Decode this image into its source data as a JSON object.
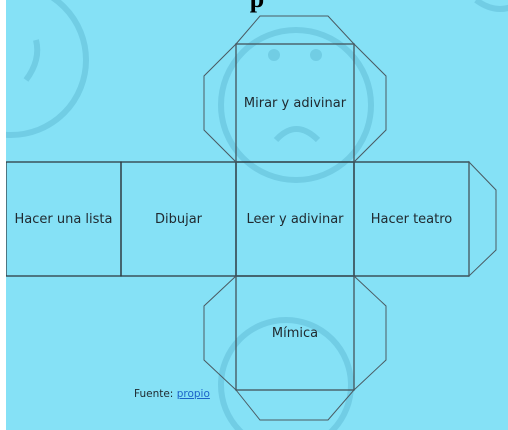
{
  "title_fragment": "p",
  "faces": {
    "top": "Mirar y adivinar",
    "left_outer": "Hacer una lista",
    "left_inner": "Dibujar",
    "center": "Leer y adivinar",
    "right": "Hacer teatro",
    "bottom": "Mímica"
  },
  "source": {
    "label": "Fuente:",
    "link_text": "propio"
  },
  "colors": {
    "background": "#85e1f6",
    "outline": "#3a4a52",
    "watermark": "#6fcbe3"
  }
}
